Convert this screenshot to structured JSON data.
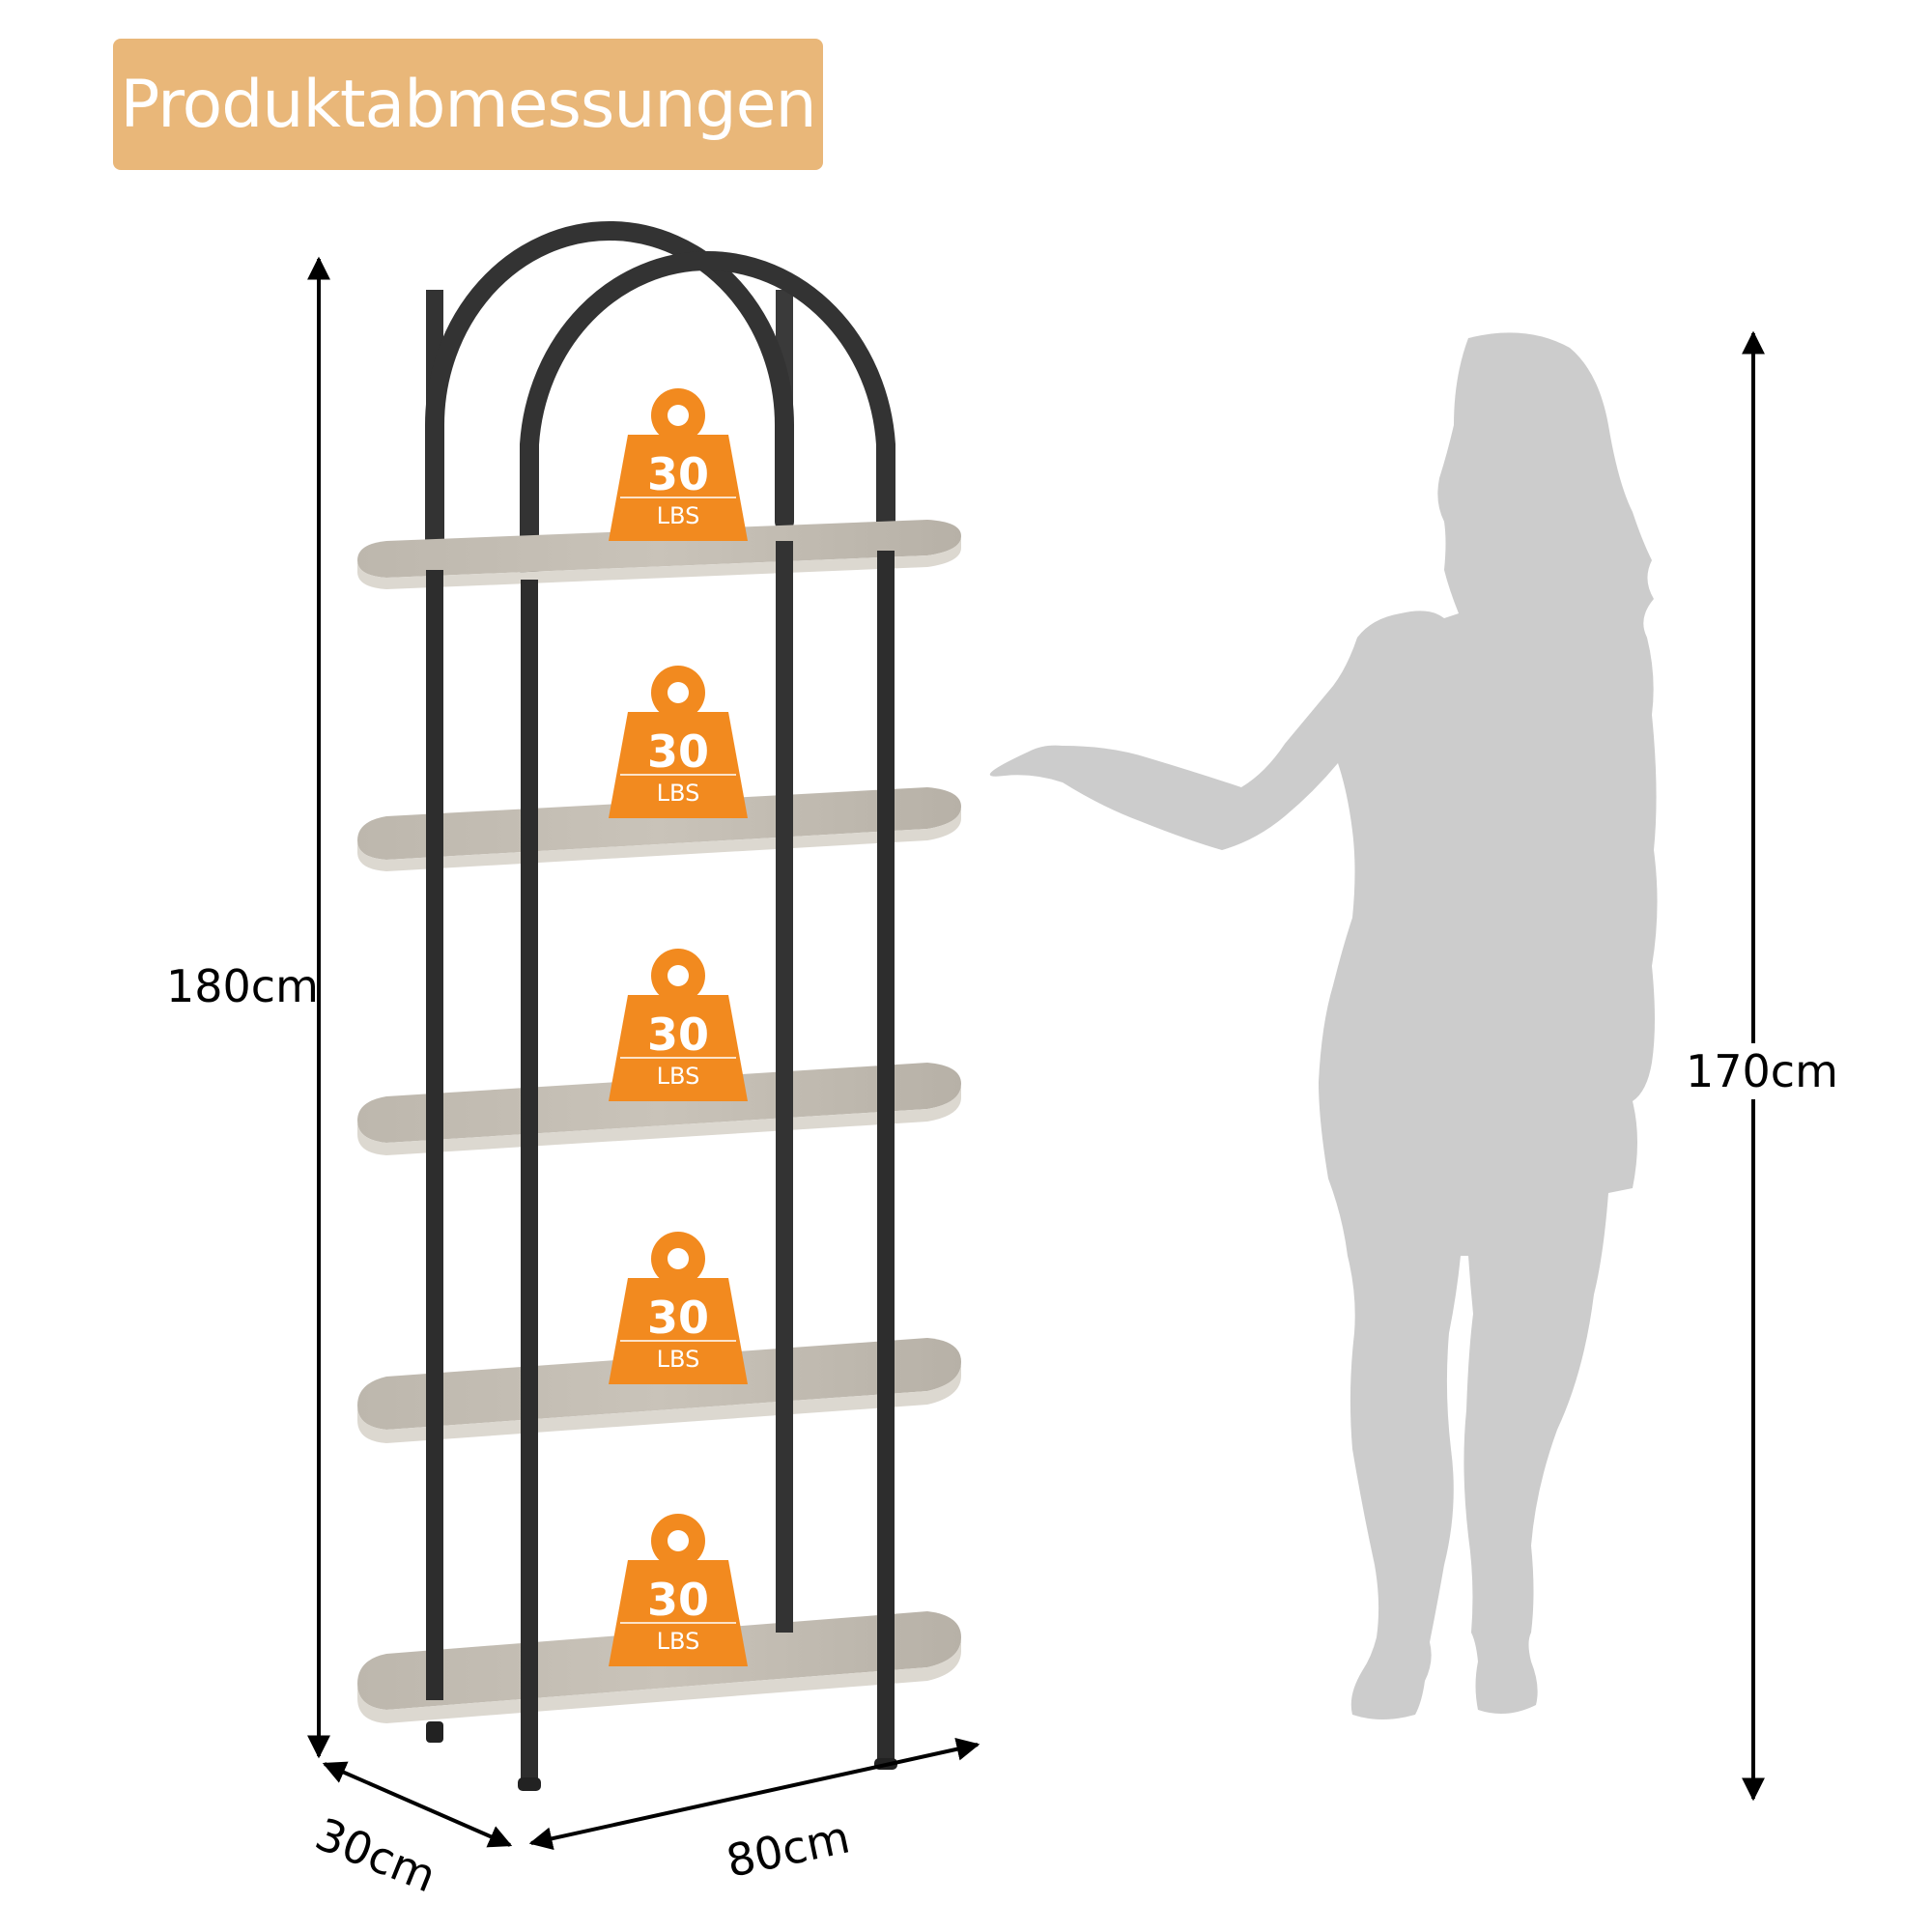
{
  "title": "Produktabmessungen",
  "dimensions": {
    "height": "180cm",
    "depth": "30cm",
    "width": "80cm",
    "person_height": "170cm"
  },
  "shelves": [
    {
      "capacity": "30",
      "unit": "LBS"
    },
    {
      "capacity": "30",
      "unit": "LBS"
    },
    {
      "capacity": "30",
      "unit": "LBS"
    },
    {
      "capacity": "30",
      "unit": "LBS"
    },
    {
      "capacity": "30",
      "unit": "LBS"
    }
  ],
  "colors": {
    "title_bg": "#e9b779",
    "weight_badge": "#f28a1f",
    "frame": "#303030",
    "shelf": "#c4bfb6",
    "silhouette": "#cccccc"
  }
}
